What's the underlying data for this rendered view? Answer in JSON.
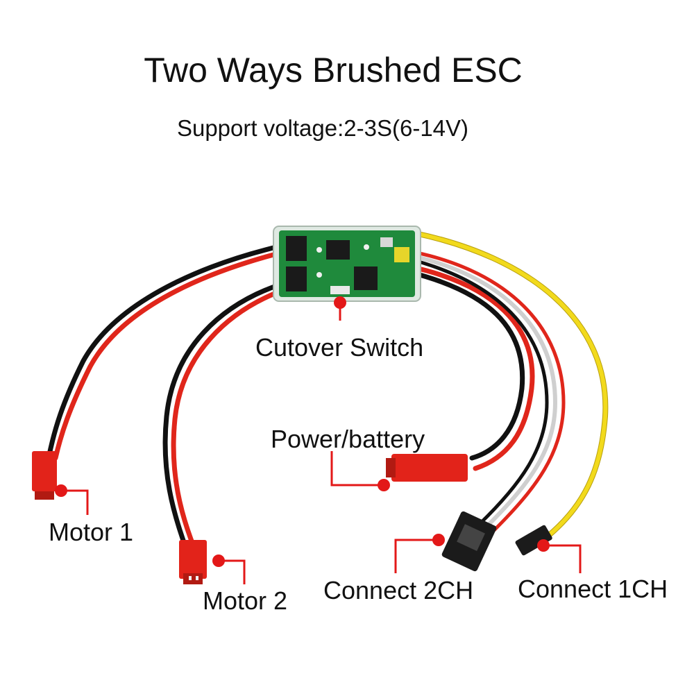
{
  "header": {
    "title": "Two Ways Brushed ESC",
    "subtitle": "Support voltage:2-3S(6-14V)"
  },
  "callouts": {
    "cutover_switch": "Cutover Switch",
    "power_battery": "Power/battery",
    "motor_1": "Motor 1",
    "motor_2": "Motor 2",
    "connect_2ch": "Connect 2CH",
    "connect_1ch": "Connect 1CH"
  },
  "colors": {
    "callout_marker": "#e31818",
    "wire_red": "#e0261b",
    "wire_black": "#111111",
    "wire_yellow": "#f2da1c",
    "wire_white": "#e8e8e8",
    "pcb_green": "#1f8a3c",
    "connector_red": "#e2231a"
  }
}
